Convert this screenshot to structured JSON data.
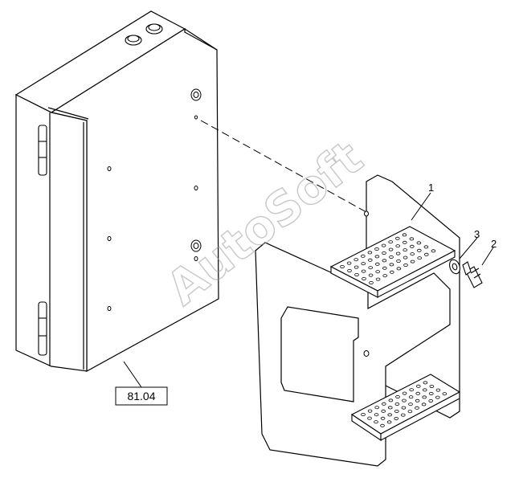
{
  "callouts": {
    "item1": "1",
    "item2": "2",
    "item3": "3"
  },
  "reference_box": "81.04",
  "watermark": "AutoSoft",
  "colors": {
    "line": "#000000",
    "watermark": "#9a9a9a",
    "background": "#ffffff"
  }
}
